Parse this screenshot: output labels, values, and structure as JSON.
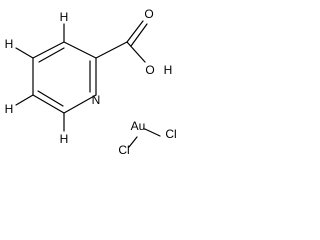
{
  "molecule": {
    "atoms": {
      "h_top": "H",
      "h_upper_left": "H",
      "h_lower_left": "H",
      "h_bottom": "H",
      "ring_nitrogen": "N",
      "carbonyl_oxygen": "O",
      "hydroxyl_oxygen": "O",
      "hydroxyl_hydrogen": "H",
      "gold": "Au",
      "chlorine_1": "Cl",
      "chlorine_2": "Cl"
    }
  }
}
